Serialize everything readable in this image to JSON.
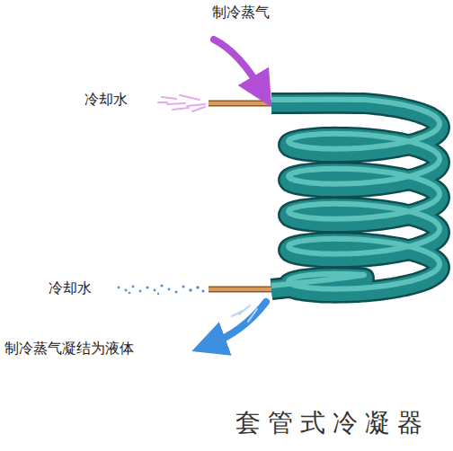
{
  "diagram": {
    "title": "套管式冷凝器",
    "labels": [
      "制冷蒸气",
      "冷却水",
      "冷却水",
      "制冷蒸气凝结为液体"
    ]
  }
}
